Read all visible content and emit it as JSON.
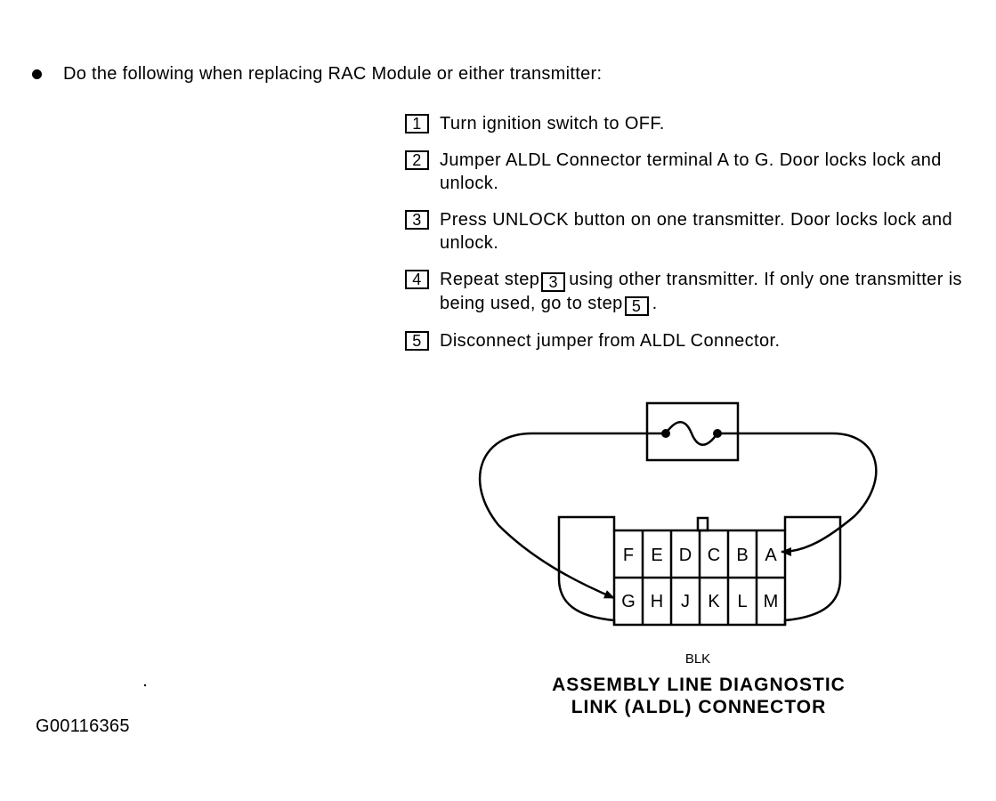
{
  "intro": "Do the following when replacing RAC Module or either transmitter:",
  "steps": [
    {
      "num": "1",
      "text": "Turn ignition switch to OFF."
    },
    {
      "num": "2",
      "text": "Jumper ALDL Connector terminal A to G. Door locks lock and unlock."
    },
    {
      "num": "3",
      "text": "Press UNLOCK button on one transmitter. Door locks lock and unlock."
    },
    {
      "num": "4",
      "text_a": "Repeat step",
      "ref_a": "3",
      "text_b": "using other transmitter. If only one transmitter is being used, go to step",
      "ref_b": "5",
      "text_c": "."
    },
    {
      "num": "5",
      "text": "Disconnect jumper from ALDL Connector."
    }
  ],
  "connector": {
    "top_row": [
      "F",
      "E",
      "D",
      "C",
      "B",
      "A"
    ],
    "bottom_row": [
      "G",
      "H",
      "J",
      "K",
      "L",
      "M"
    ],
    "color": "BLK",
    "caption_line1": "ASSEMBLY LINE DIAGNOSTIC",
    "caption_line2": "LINK (ALDL) CONNECTOR"
  },
  "figure_id": "G00116365"
}
